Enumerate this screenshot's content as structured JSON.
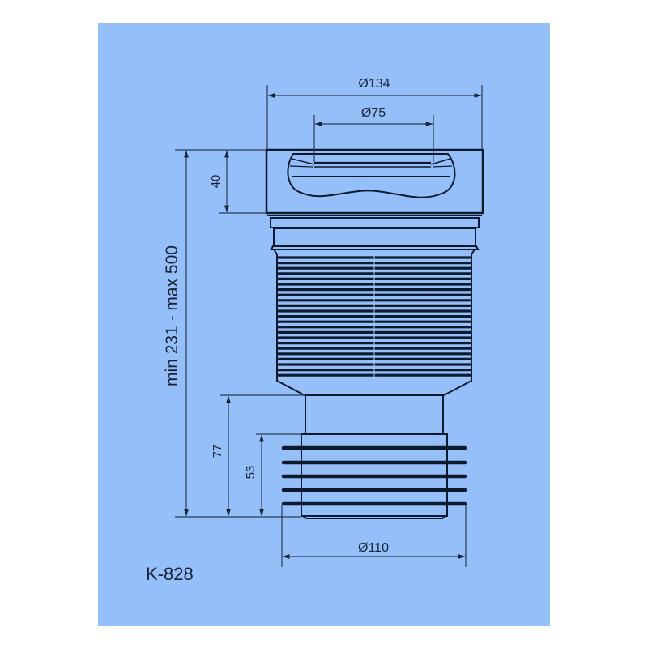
{
  "model": "K-828",
  "colors": {
    "background": "#94bff9",
    "line": "#0d1a2e",
    "dim_line": "#2a3a55",
    "text": "#1a2333"
  },
  "dimensions": {
    "outer_diameter": "Ø134",
    "inner_diameter": "Ø75",
    "cap_height": "40",
    "total_length": "min 231 - max 500",
    "outlet_length": "77",
    "seal_length": "53",
    "outlet_diameter": "Ø110"
  }
}
